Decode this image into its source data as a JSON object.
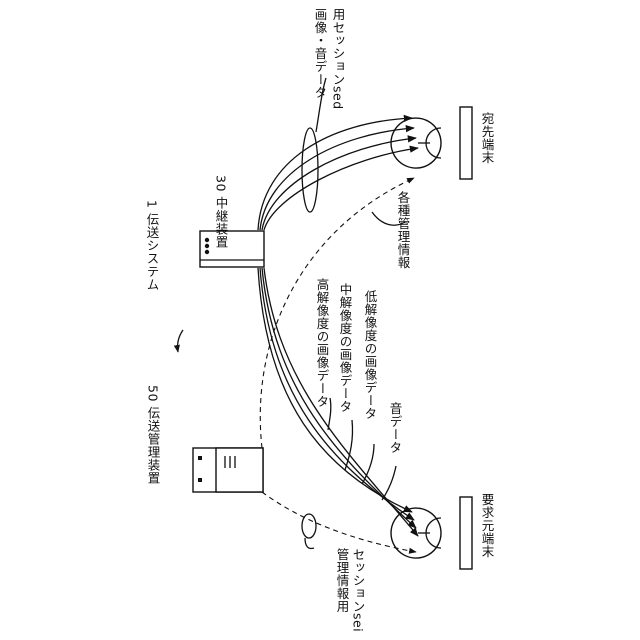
{
  "system": {
    "label": "1 伝送システム"
  },
  "relay_device": {
    "label": "30 中継装置"
  },
  "transmission_mgmt_device": {
    "label": "50 伝送管理装置"
  },
  "destination_terminal": {
    "label": "宛先端末"
  },
  "request_source_terminal": {
    "label": "要求元端末"
  },
  "media_session": {
    "label_line1": "画像・音データ",
    "label_line2": "用セッションsed"
  },
  "mgmt_session": {
    "label_line1": "管理情報用",
    "label_line2": "セッションsei"
  },
  "various_mgmt_info": {
    "label": "各種管理情報"
  },
  "streams": {
    "high_res": "高解像度の画像データ",
    "mid_res": "中解像度の画像データ",
    "low_res": "低解像度の画像データ",
    "audio": "音データ"
  }
}
